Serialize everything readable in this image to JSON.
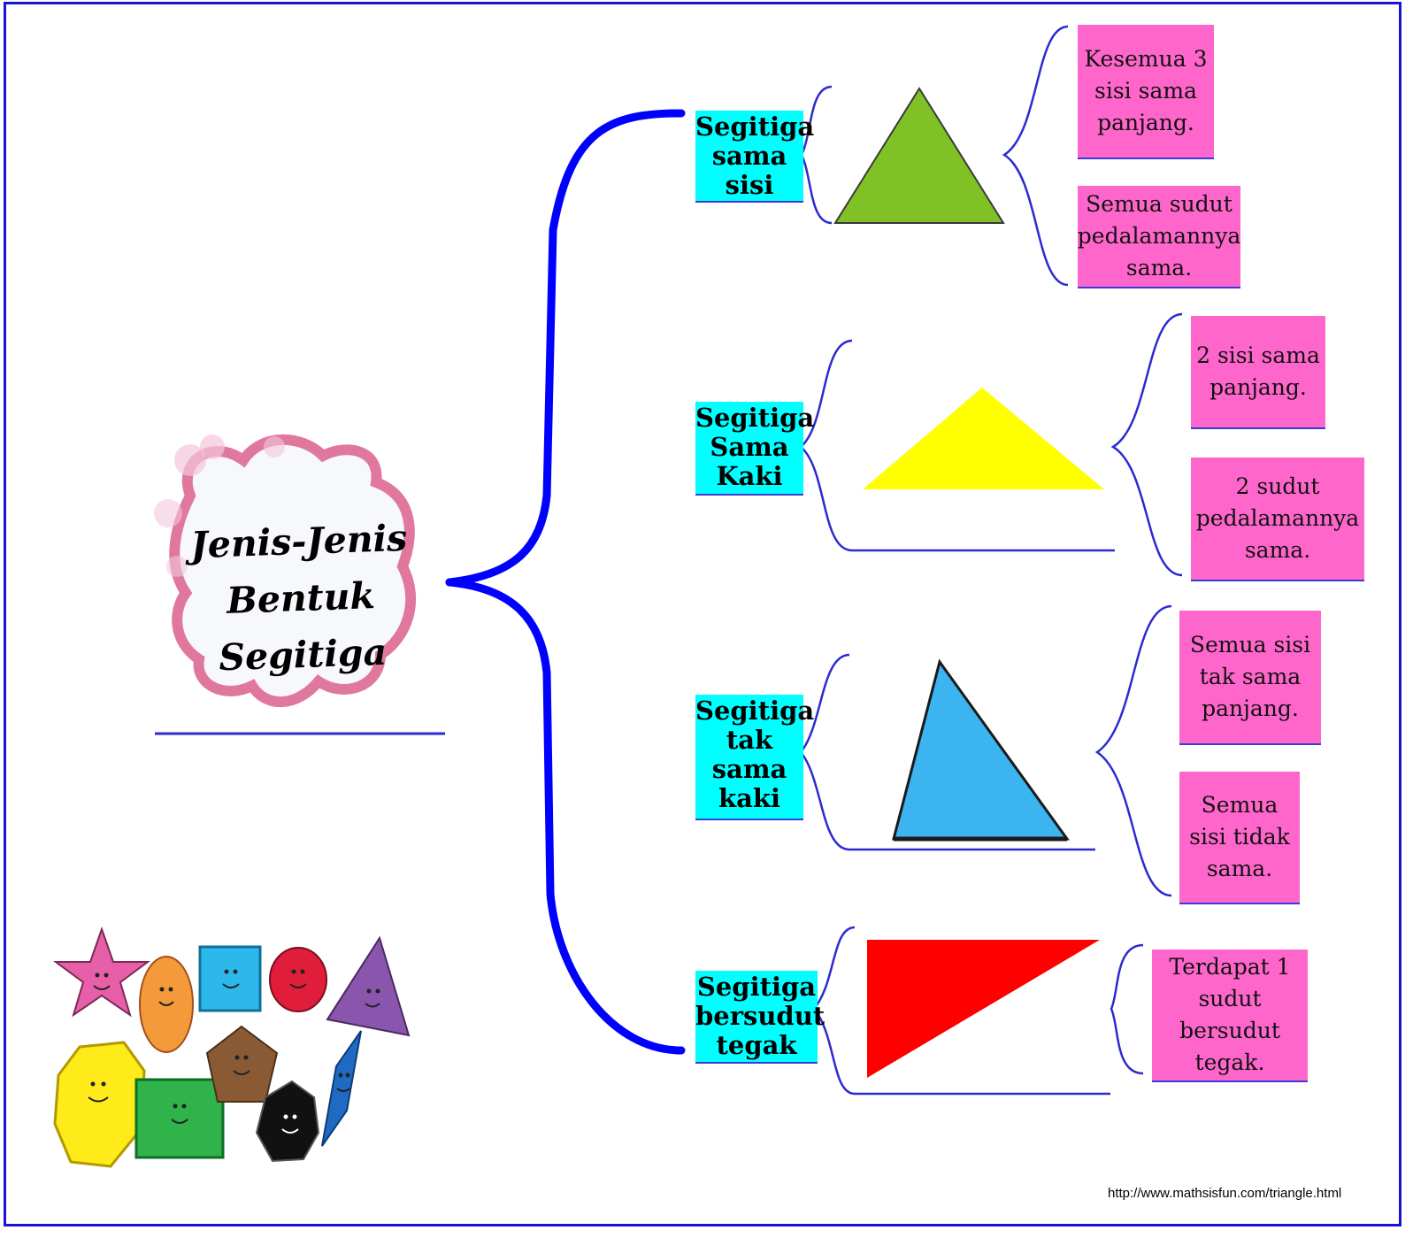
{
  "title_lines": [
    "Jenis-Jenis",
    "Bentuk",
    "Segitiga"
  ],
  "source_text": "http://www.mathsisfun.com/triangle.html",
  "colors": {
    "frame": "#1a14d8",
    "connector": "#0000ff",
    "category_bg": "#00ffff",
    "property_bg": "#ff66cc",
    "triangle_equilateral": "#80c226",
    "triangle_isosceles": "#ffff00",
    "triangle_scalene": "#3cb4f0",
    "triangle_right": "#ff0000"
  },
  "branches": [
    {
      "category_lines": [
        "Segitiga",
        "sama",
        "sisi"
      ],
      "triangle": "equilateral",
      "properties": [
        [
          "Kesemua 3",
          "sisi sama",
          "panjang."
        ],
        [
          "Semua sudut",
          "pedalamannya",
          "sama."
        ]
      ]
    },
    {
      "category_lines": [
        "Segitiga",
        "Sama",
        "Kaki"
      ],
      "triangle": "isosceles",
      "properties": [
        [
          "2 sisi sama",
          "panjang."
        ],
        [
          "2 sudut",
          "pedalamannya",
          "sama."
        ]
      ]
    },
    {
      "category_lines": [
        "Segitiga",
        "tak",
        "sama",
        "kaki"
      ],
      "triangle": "scalene",
      "properties": [
        [
          "Semua sisi",
          "tak sama",
          "panjang."
        ],
        [
          "Semua",
          "sisi tidak",
          "sama."
        ]
      ]
    },
    {
      "category_lines": [
        "Segitiga",
        "bersudut",
        "tegak"
      ],
      "triangle": "right",
      "properties": [
        [
          "Terdapat 1",
          "sudut",
          "bersudut",
          "tegak."
        ]
      ]
    }
  ],
  "shape_icons": [
    "star-icon",
    "oval-icon",
    "square-icon",
    "circle-icon",
    "triangle-icon",
    "octagon-icon",
    "rectangle-icon",
    "pentagon-icon",
    "heptagon-icon",
    "rhombus-icon"
  ]
}
